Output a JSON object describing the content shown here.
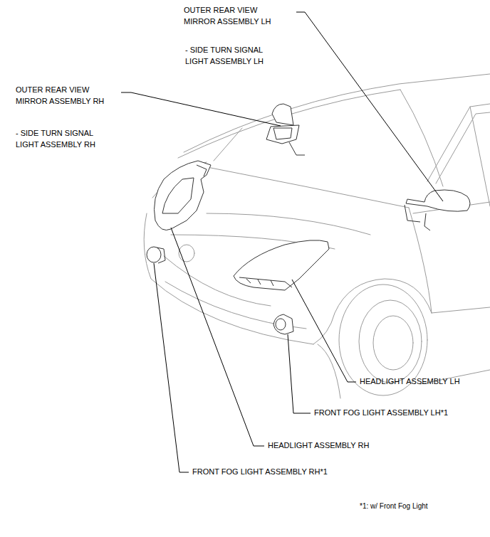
{
  "diagram": {
    "labels": [
      "OUTER REAR VIEW MIRROR ASSEMBLY LH",
      "- SIDE TURN SIGNAL LIGHT ASSEMBLY LH",
      "OUTER REAR VIEW MIRROR ASSEMBLY RH",
      "- SIDE TURN SIGNAL LIGHT ASSEMBLY RH",
      "HEADLIGHT ASSEMBLY LH",
      "FRONT FOG LIGHT ASSEMBLY LH*1",
      "HEADLIGHT ASSEMBLY RH",
      "FRONT FOG LIGHT ASSEMBLY RH*1",
      "*1: w/ Front Fog Light"
    ]
  }
}
